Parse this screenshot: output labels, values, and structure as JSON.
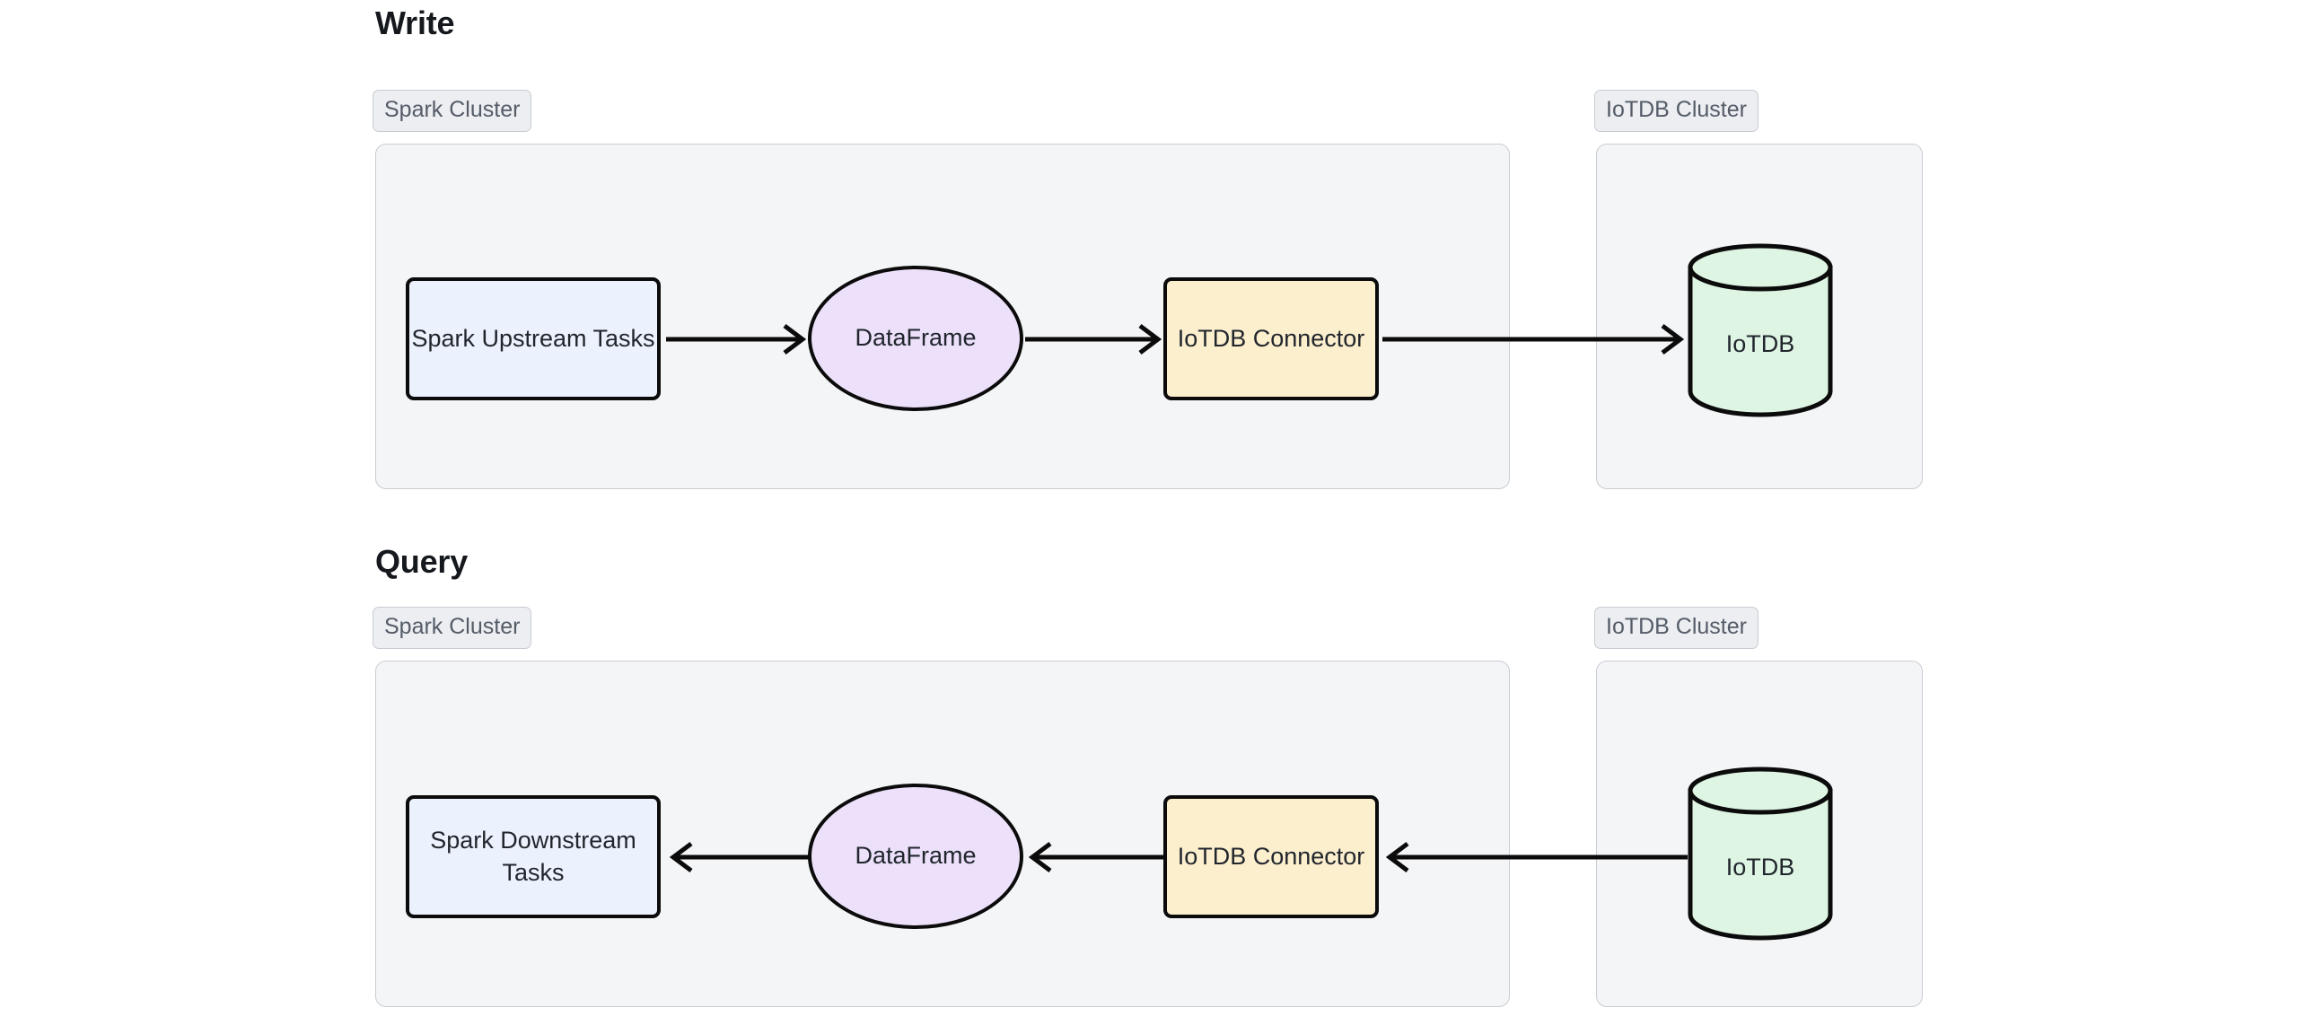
{
  "diagram": {
    "sections": [
      {
        "id": "write",
        "title": "Write",
        "direction": "left-to-right",
        "groups": [
          {
            "id": "spark-cluster-write",
            "label": "Spark Cluster"
          },
          {
            "id": "iotdb-cluster-write",
            "label": "IoTDB Cluster"
          }
        ],
        "nodes": {
          "spark_tasks": "Spark Upstream Tasks",
          "dataframe": "DataFrame",
          "connector": "IoTDB Connector",
          "database": "IoTDB"
        }
      },
      {
        "id": "query",
        "title": "Query",
        "direction": "right-to-left",
        "groups": [
          {
            "id": "spark-cluster-query",
            "label": "Spark Cluster"
          },
          {
            "id": "iotdb-cluster-query",
            "label": "IoTDB Cluster"
          }
        ],
        "nodes": {
          "spark_tasks": "Spark Downstream Tasks",
          "dataframe": "DataFrame",
          "connector": "IoTDB Connector",
          "database": "IoTDB"
        }
      }
    ],
    "icons": {
      "arrow_right": "arrow-right-icon",
      "arrow_left": "arrow-left-icon",
      "database": "database-cylinder-icon"
    },
    "colors": {
      "page_background": "#ffffff",
      "panel_fill": "#f4f5f7",
      "panel_border": "#c9ccd2",
      "group_label_fill": "#eceef1",
      "group_label_text": "#555c68",
      "node_border": "#0b0b0b",
      "spark_task_fill": "#ecf2fd",
      "dataframe_fill": "#ece0fa",
      "connector_fill": "#fcefce",
      "database_fill": "#def5e4",
      "heading_text": "#15181d",
      "node_text": "#21262d"
    }
  }
}
